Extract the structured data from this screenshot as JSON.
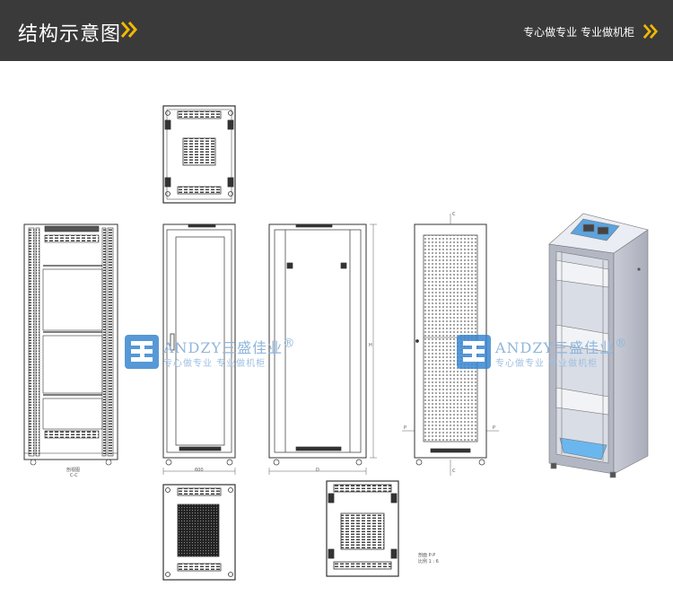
{
  "header": {
    "title": "结构示意图",
    "slogan": "专心做专业  专业做机柜",
    "bg_color": "#3a3a3a",
    "accent_color": "#f2b705",
    "chevron_icon": "double-chevron-right-icon"
  },
  "watermark": {
    "brand": "ANDZY",
    "brand_cn": "三盛佳业",
    "registered": "®",
    "slogan": "专心做专业 专业做机柜",
    "logo_color": "#3a86cf"
  },
  "drawing": {
    "section_cc_label": "剖视图",
    "section_cc_code": "C-C",
    "width_dim": "600",
    "depth_dim": "D",
    "height_dim": "H",
    "section_pp_label": "剖面 P-P",
    "section_pp_scale": "比例 1 : 6",
    "cut_mark_c": "C",
    "cut_mark_p": "P"
  }
}
